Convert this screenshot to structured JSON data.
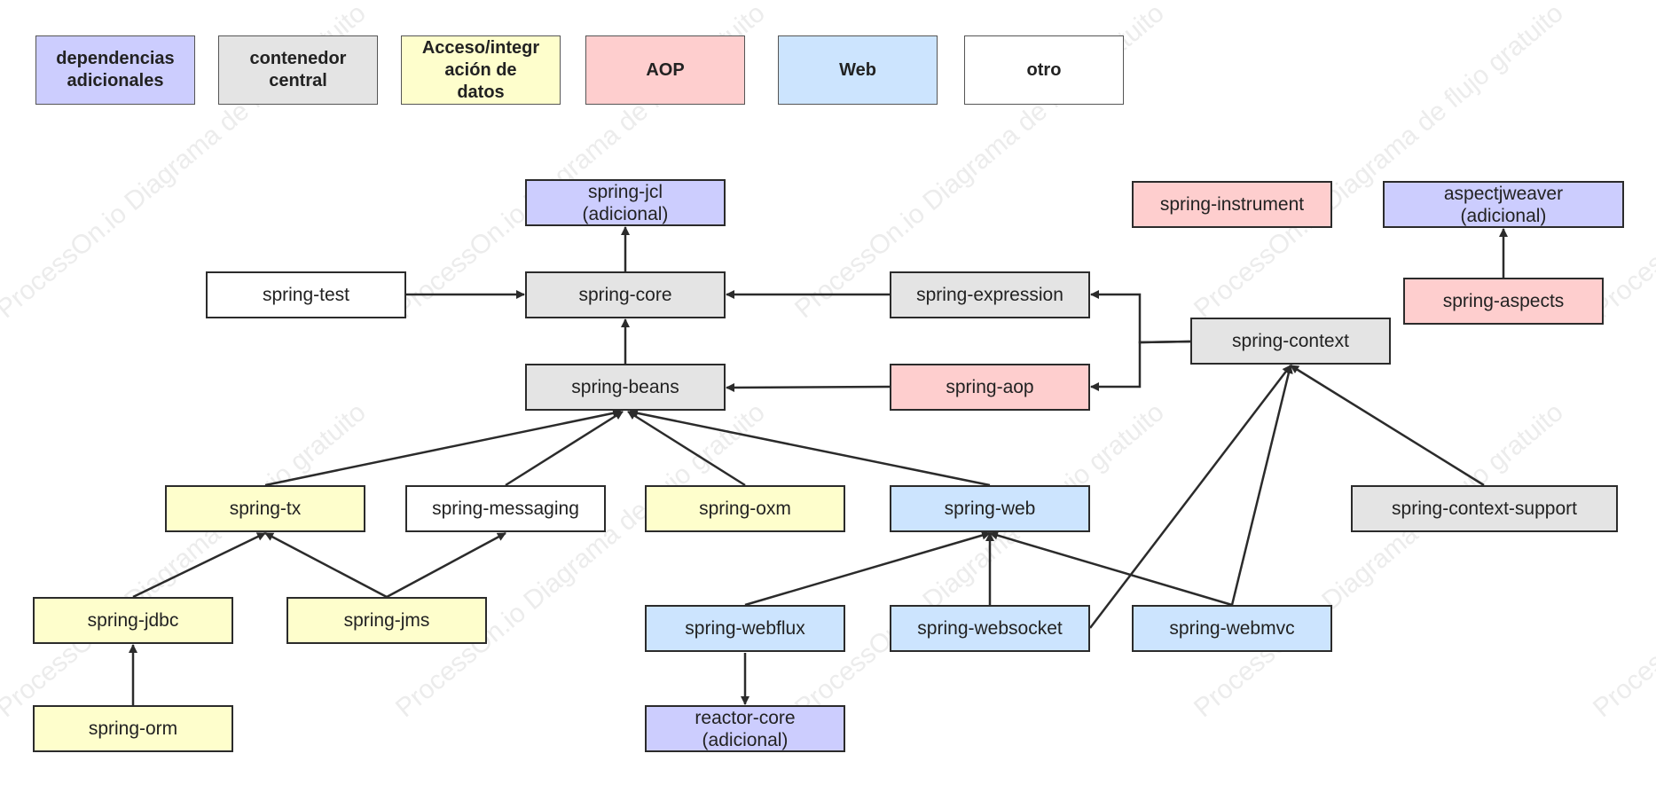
{
  "watermark": "ProcessOn.io Diagrama de flujo gratuito",
  "colors": {
    "additional": "#cccdfe",
    "core": "#e4e4e4",
    "data": "#fefecc",
    "aop": "#fecece",
    "web": "#cce4fe",
    "other": "#ffffff",
    "edge": "#2b2b2b"
  },
  "legend": [
    {
      "id": "additional",
      "label": "dependencias\nadicionales"
    },
    {
      "id": "core",
      "label": "contenedor\ncentral"
    },
    {
      "id": "data",
      "label": "Acceso/integr\nación de\ndatos"
    },
    {
      "id": "aop",
      "label": "AOP"
    },
    {
      "id": "web",
      "label": "Web"
    },
    {
      "id": "other",
      "label": "otro"
    }
  ],
  "nodes": [
    {
      "id": "jcl",
      "label": "spring-jcl\n(adicional)",
      "cat": "additional"
    },
    {
      "id": "core",
      "label": "spring-core",
      "cat": "core"
    },
    {
      "id": "test",
      "label": "spring-test",
      "cat": "other"
    },
    {
      "id": "expression",
      "label": "spring-expression",
      "cat": "core"
    },
    {
      "id": "beans",
      "label": "spring-beans",
      "cat": "core"
    },
    {
      "id": "aop",
      "label": "spring-aop",
      "cat": "aop"
    },
    {
      "id": "instrument",
      "label": "spring-instrument",
      "cat": "aop"
    },
    {
      "id": "aspectjweaver",
      "label": "aspectjweaver\n(adicional)",
      "cat": "additional"
    },
    {
      "id": "aspects",
      "label": "spring-aspects",
      "cat": "aop"
    },
    {
      "id": "context",
      "label": "spring-context",
      "cat": "core"
    },
    {
      "id": "tx",
      "label": "spring-tx",
      "cat": "data"
    },
    {
      "id": "messaging",
      "label": "spring-messaging",
      "cat": "other"
    },
    {
      "id": "oxm",
      "label": "spring-oxm",
      "cat": "data"
    },
    {
      "id": "web",
      "label": "spring-web",
      "cat": "web"
    },
    {
      "id": "contextsupport",
      "label": "spring-context-support",
      "cat": "core"
    },
    {
      "id": "jdbc",
      "label": "spring-jdbc",
      "cat": "data"
    },
    {
      "id": "jms",
      "label": "spring-jms",
      "cat": "data"
    },
    {
      "id": "webflux",
      "label": "spring-webflux",
      "cat": "web"
    },
    {
      "id": "websocket",
      "label": "spring-websocket",
      "cat": "web"
    },
    {
      "id": "webmvc",
      "label": "spring-webmvc",
      "cat": "web"
    },
    {
      "id": "orm",
      "label": "spring-orm",
      "cat": "data"
    },
    {
      "id": "reactor",
      "label": "reactor-core\n(adicional)",
      "cat": "additional"
    }
  ],
  "edges": [
    {
      "from": "core",
      "to": "jcl"
    },
    {
      "from": "test",
      "to": "core"
    },
    {
      "from": "expression",
      "to": "core"
    },
    {
      "from": "beans",
      "to": "core"
    },
    {
      "from": "aop",
      "to": "beans"
    },
    {
      "from": "context",
      "to": "expression"
    },
    {
      "from": "context",
      "to": "aop"
    },
    {
      "from": "aspects",
      "to": "aspectjweaver"
    },
    {
      "from": "tx",
      "to": "beans"
    },
    {
      "from": "messaging",
      "to": "beans"
    },
    {
      "from": "oxm",
      "to": "beans"
    },
    {
      "from": "web",
      "to": "beans"
    },
    {
      "from": "contextsupport",
      "to": "context"
    },
    {
      "from": "websocket",
      "to": "context"
    },
    {
      "from": "webmvc",
      "to": "context"
    },
    {
      "from": "jdbc",
      "to": "tx"
    },
    {
      "from": "jms",
      "to": "tx"
    },
    {
      "from": "jms",
      "to": "messaging"
    },
    {
      "from": "webflux",
      "to": "web"
    },
    {
      "from": "websocket",
      "to": "web"
    },
    {
      "from": "webmvc",
      "to": "web"
    },
    {
      "from": "orm",
      "to": "jdbc"
    },
    {
      "from": "webflux",
      "to": "reactor"
    }
  ]
}
